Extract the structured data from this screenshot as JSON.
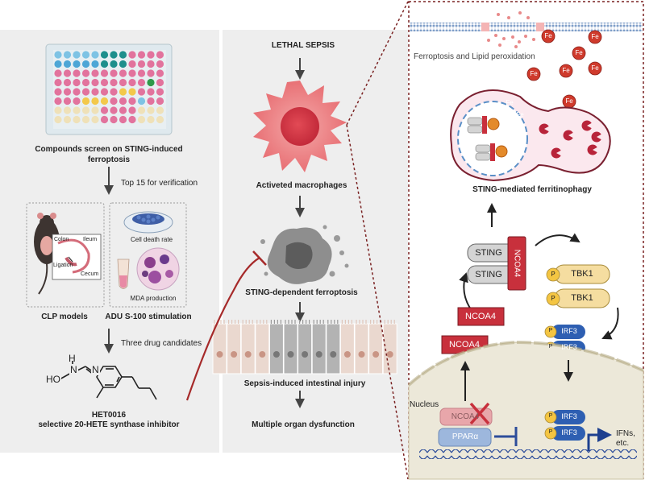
{
  "left_panel": {
    "screen_caption": "Compounds screen on STING-induced ferroptosis",
    "screen_caption_line1": "Compounds screen on STING-induced",
    "screen_caption_line2": "ferroptosis",
    "top15_label": "Top 15  for verification",
    "clp": {
      "caption": "CLP models",
      "colon": "Colon",
      "ileum": "Ileum",
      "ligation": "Ligation",
      "cecum": "Cecum"
    },
    "adu": {
      "caption": "ADU S-100 stimulation",
      "cell_death": "Cell death rate",
      "mda": "MDA production"
    },
    "three_candidates": "Three drug candidates",
    "molecule_atoms": {
      "h": "H",
      "n1": "N",
      "n2": "N",
      "ho": "HO"
    },
    "compound_name": "HET0016",
    "compound_desc": "selective 20-HETE synthase inhibitor"
  },
  "middle_panel": {
    "lethal_sepsis": "LETHAL SEPSIS",
    "macrophages": "Activeted macrophages",
    "ferroptosis": "STING-dependent ferroptosis",
    "intestinal": "Sepsis-induced intestinal injury",
    "organ": "Multiple organ dysfunction"
  },
  "right_panel": {
    "lipid_label": "Ferroptosis and Lipid peroxidation",
    "fe": "Fe",
    "ferritinophagy": "STING-mediated ferritinophagy",
    "sting": "STING",
    "ncoa4": "NCOA4",
    "tbk1": "TBK1",
    "irf3": "IRF3",
    "p": "P",
    "nucleus": "Nucleus",
    "ppar": "PPARα",
    "ifns_line1": "IFNs,",
    "ifns_line2": "etc."
  },
  "colors": {
    "panel_bg": "#eeeeee",
    "ncoa4_red": "#c8303c",
    "sting_gray": "#d4d4d4",
    "tbk1_yellow": "#f5dda0",
    "p_yellow": "#f4c542",
    "irf3_blue": "#2e5fb2",
    "fe_red": "#cf3a2c",
    "arrow_dark": "#444444",
    "inhibit_red": "#a62a2a"
  }
}
